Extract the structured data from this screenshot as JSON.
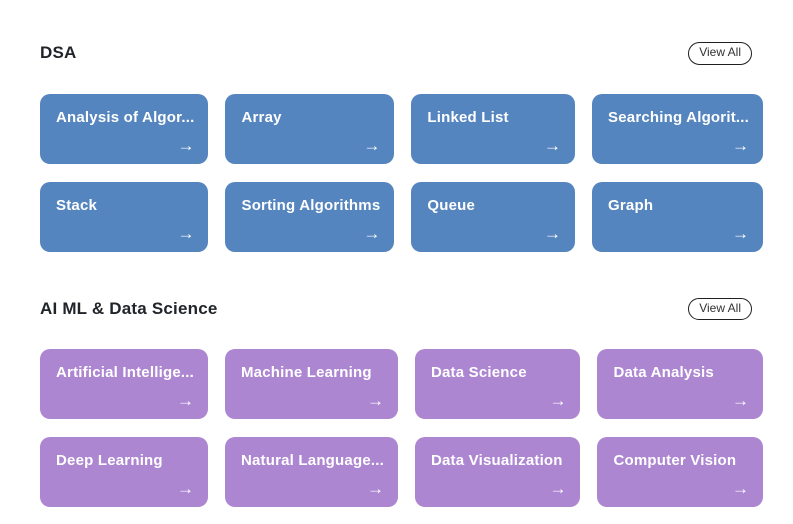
{
  "icons": {
    "arrow_right": "→"
  },
  "colors": {
    "dsa_card": "#5585be",
    "aiml_card": "#ad86d2",
    "card_text": "#ffffff",
    "heading_text": "#212529"
  },
  "sections": [
    {
      "title": "DSA",
      "view_all_label": "View All",
      "card_color": "#5585be",
      "cards": [
        "Analysis of Algor...",
        "Array",
        "Linked List",
        "Searching Algorit...",
        "Stack",
        "Sorting Algorithms",
        "Queue",
        "Graph"
      ]
    },
    {
      "title": "AI ML & Data Science",
      "view_all_label": "View All",
      "card_color": "#ad86d2",
      "cards": [
        "Artificial Intellige...",
        "Machine Learning",
        "Data Science",
        "Data Analysis",
        "Deep Learning",
        "Natural Language...",
        "Data Visualization",
        "Computer Vision"
      ]
    }
  ]
}
